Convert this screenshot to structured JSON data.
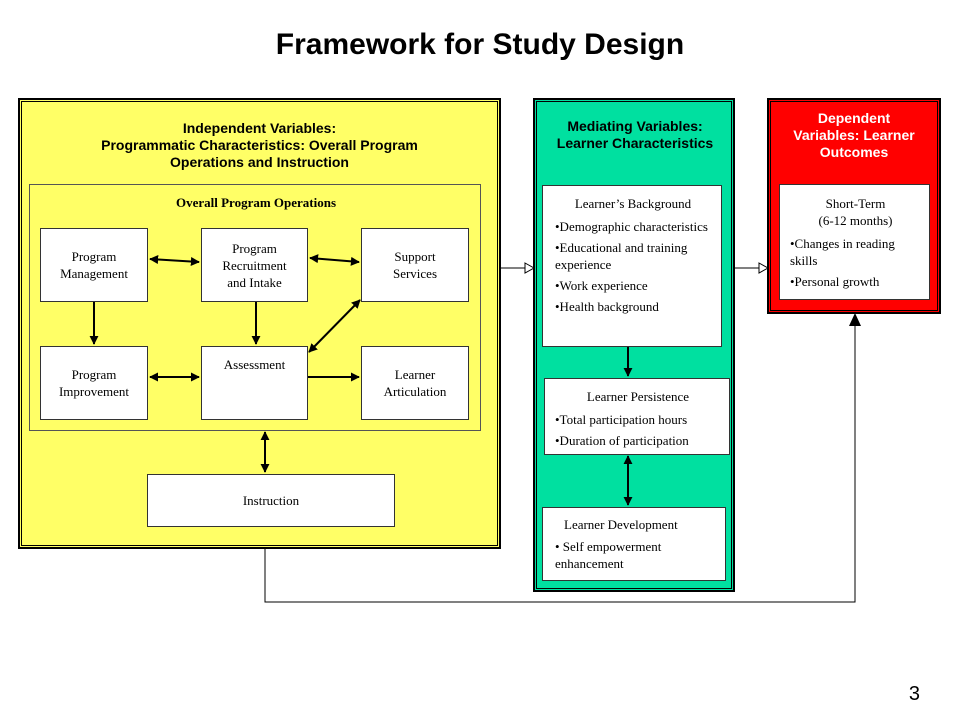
{
  "title": "Framework for Study Design",
  "page_number": "3",
  "independent": {
    "heading": "Independent Variables: Programmatic Characteristics: Overall Program Operations and Instruction",
    "heading_lines": [
      "Independent Variables:",
      "Programmatic Characteristics: Overall Program",
      "Operations and Instruction"
    ],
    "operations_title": "Overall Program Operations",
    "boxes": {
      "program_management": "Program Management",
      "program_recruitment": "Program Recruitment and Intake",
      "support_services": "Support Services",
      "program_improvement": "Program Improvement",
      "assessment": "Assessment",
      "learner_articulation": "Learner Articulation",
      "instruction": "Instruction"
    }
  },
  "mediating": {
    "heading": "Mediating Variables: Learner Characteristics",
    "background": {
      "title": "Learner’s Background",
      "items": [
        "•Demographic characteristics",
        "•Educational and training experience",
        "•Work experience",
        "•Health background"
      ]
    },
    "persistence": {
      "title": "Learner Persistence",
      "items": [
        "•Total participation hours",
        "•Duration of participation"
      ]
    },
    "development": {
      "title": "Learner Development",
      "items": [
        "• Self empowerment enhancement"
      ]
    }
  },
  "dependent": {
    "heading": "Dependent Variables: Learner Outcomes",
    "short_term": {
      "title": "Short-Term",
      "subtitle": "(6-12 months)",
      "items": [
        "•Changes in reading skills",
        "•Personal growth"
      ]
    }
  },
  "colors": {
    "independent_bg": "#ffff66",
    "mediating_bg": "#00e0a0",
    "dependent_bg": "#ff0000",
    "dependent_text": "#ffffff"
  }
}
